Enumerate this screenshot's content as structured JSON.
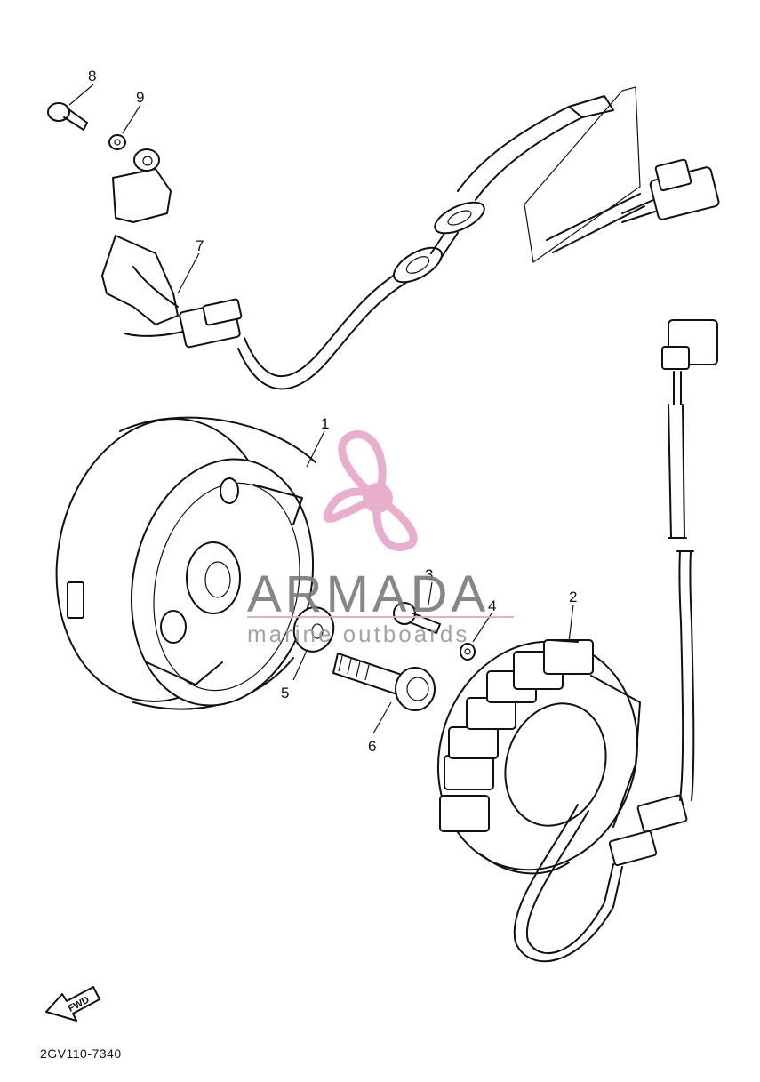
{
  "diagram": {
    "part_labels": [
      "1",
      "2",
      "3",
      "4",
      "5",
      "6",
      "7",
      "8",
      "9"
    ],
    "diagram_code": "2GV110-7340",
    "direction_marker": "FWD"
  },
  "watermark": {
    "brand": "ARMADA",
    "tagline": "marine outboards",
    "logo_color": "#e8a6c8"
  }
}
